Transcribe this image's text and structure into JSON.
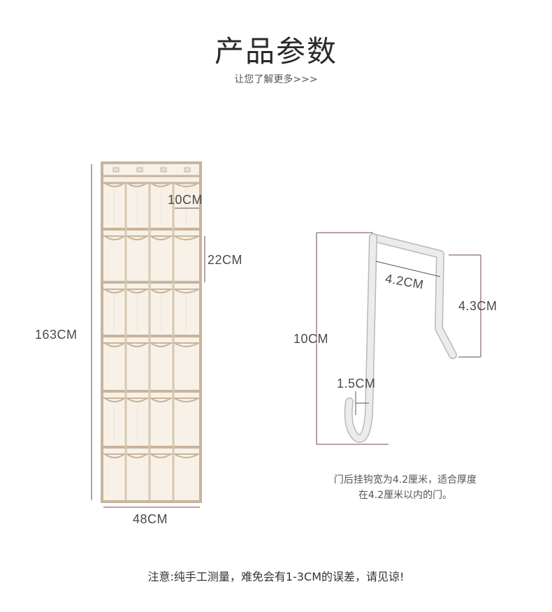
{
  "header": {
    "title": "产品参数",
    "subtitle": "让您了解更多>>>"
  },
  "organizer": {
    "pocket_width": "10CM",
    "pocket_height": "22CM",
    "total_height": "163CM",
    "total_width": "48CM"
  },
  "hook": {
    "inner_width": "4.2CM",
    "front_height": "4.3CM",
    "total_height": "10CM",
    "tip_height": "1.5CM",
    "description_line1": "门后挂钩宽为4.2厘米，适合厚度",
    "description_line2": "在4.2厘米以内的门。"
  },
  "footer": {
    "note": "注意:纯手工测量，难免会有1-3CM的误差，请见谅!"
  },
  "colors": {
    "fabric": "#f7f1e8",
    "trim": "#c9b49a",
    "hook": "#ececec",
    "hook_edge": "#b9b9b9",
    "dim_line": "#6b4a4a"
  }
}
